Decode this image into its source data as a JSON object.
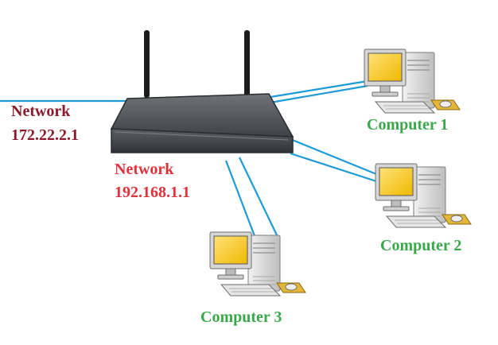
{
  "wan": {
    "name": "Network",
    "address": "172.22.2.1"
  },
  "lan": {
    "name": "Network",
    "address": "192.168.1.1"
  },
  "computers": [
    {
      "label": "Computer 1"
    },
    {
      "label": "Computer 2"
    },
    {
      "label": "Computer 3"
    }
  ],
  "colors": {
    "link": "#1e9bd7",
    "wan_text": "#8b1a2e",
    "lan_text": "#e0323a",
    "computer_text": "#3aa84a",
    "router_body": "#4a4d52",
    "screen": "#f5c400"
  }
}
